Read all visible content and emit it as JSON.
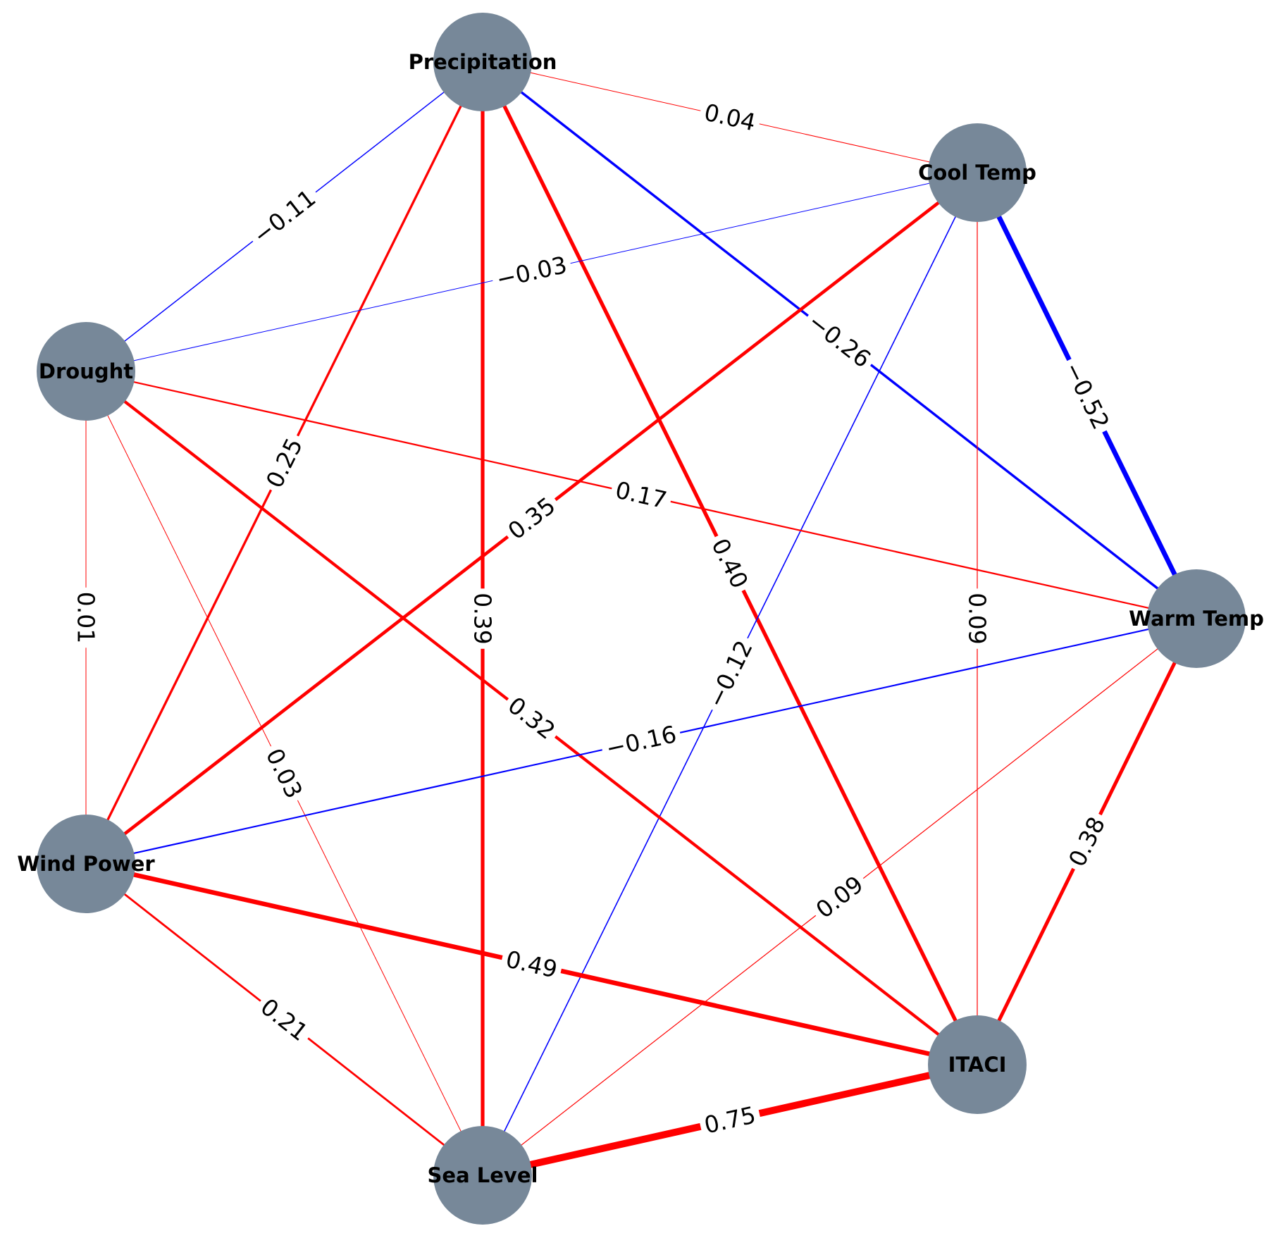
{
  "graph": {
    "positive_color": "#ff0000",
    "negative_color": "#0000ff",
    "node_color": "#778899",
    "nodes": [
      {
        "id": "precipitation",
        "label": "Precipitation"
      },
      {
        "id": "cool_temp",
        "label": "Cool Temp"
      },
      {
        "id": "warm_temp",
        "label": "Warm Temp"
      },
      {
        "id": "itaci",
        "label": "ITACI"
      },
      {
        "id": "sea_level",
        "label": "Sea Level"
      },
      {
        "id": "wind_power",
        "label": "Wind Power"
      },
      {
        "id": "drought",
        "label": "Drought"
      }
    ],
    "edges": [
      {
        "source": "precipitation",
        "target": "cool_temp",
        "weight": 0.04,
        "label": "0.04"
      },
      {
        "source": "precipitation",
        "target": "drought",
        "weight": -0.11,
        "label": "−0.11"
      },
      {
        "source": "precipitation",
        "target": "warm_temp",
        "weight": -0.26,
        "label": "−0.26"
      },
      {
        "source": "precipitation",
        "target": "wind_power",
        "weight": 0.25,
        "label": "0.25"
      },
      {
        "source": "precipitation",
        "target": "sea_level",
        "weight": 0.39,
        "label": "0.39"
      },
      {
        "source": "precipitation",
        "target": "itaci",
        "weight": 0.4,
        "label": "0.40"
      },
      {
        "source": "cool_temp",
        "target": "drought",
        "weight": -0.03,
        "label": "−0.03"
      },
      {
        "source": "cool_temp",
        "target": "warm_temp",
        "weight": -0.52,
        "label": "−0.52"
      },
      {
        "source": "cool_temp",
        "target": "wind_power",
        "weight": 0.35,
        "label": "0.35"
      },
      {
        "source": "cool_temp",
        "target": "sea_level",
        "weight": -0.12,
        "label": "−0.12"
      },
      {
        "source": "cool_temp",
        "target": "itaci",
        "weight": 0.09,
        "label": "0.09"
      },
      {
        "source": "drought",
        "target": "warm_temp",
        "weight": 0.17,
        "label": "0.17"
      },
      {
        "source": "drought",
        "target": "wind_power",
        "weight": 0.01,
        "label": "0.01"
      },
      {
        "source": "drought",
        "target": "sea_level",
        "weight": 0.03,
        "label": "0.03"
      },
      {
        "source": "drought",
        "target": "itaci",
        "weight": 0.32,
        "label": "0.32"
      },
      {
        "source": "warm_temp",
        "target": "wind_power",
        "weight": -0.16,
        "label": "−0.16"
      },
      {
        "source": "warm_temp",
        "target": "sea_level",
        "weight": 0.09,
        "label": "0.09"
      },
      {
        "source": "warm_temp",
        "target": "itaci",
        "weight": 0.38,
        "label": "0.38"
      },
      {
        "source": "wind_power",
        "target": "itaci",
        "weight": 0.49,
        "label": "0.49"
      },
      {
        "source": "wind_power",
        "target": "sea_level",
        "weight": 0.21,
        "label": "0.21"
      },
      {
        "source": "sea_level",
        "target": "itaci",
        "weight": 0.75,
        "label": "0.75"
      }
    ]
  }
}
